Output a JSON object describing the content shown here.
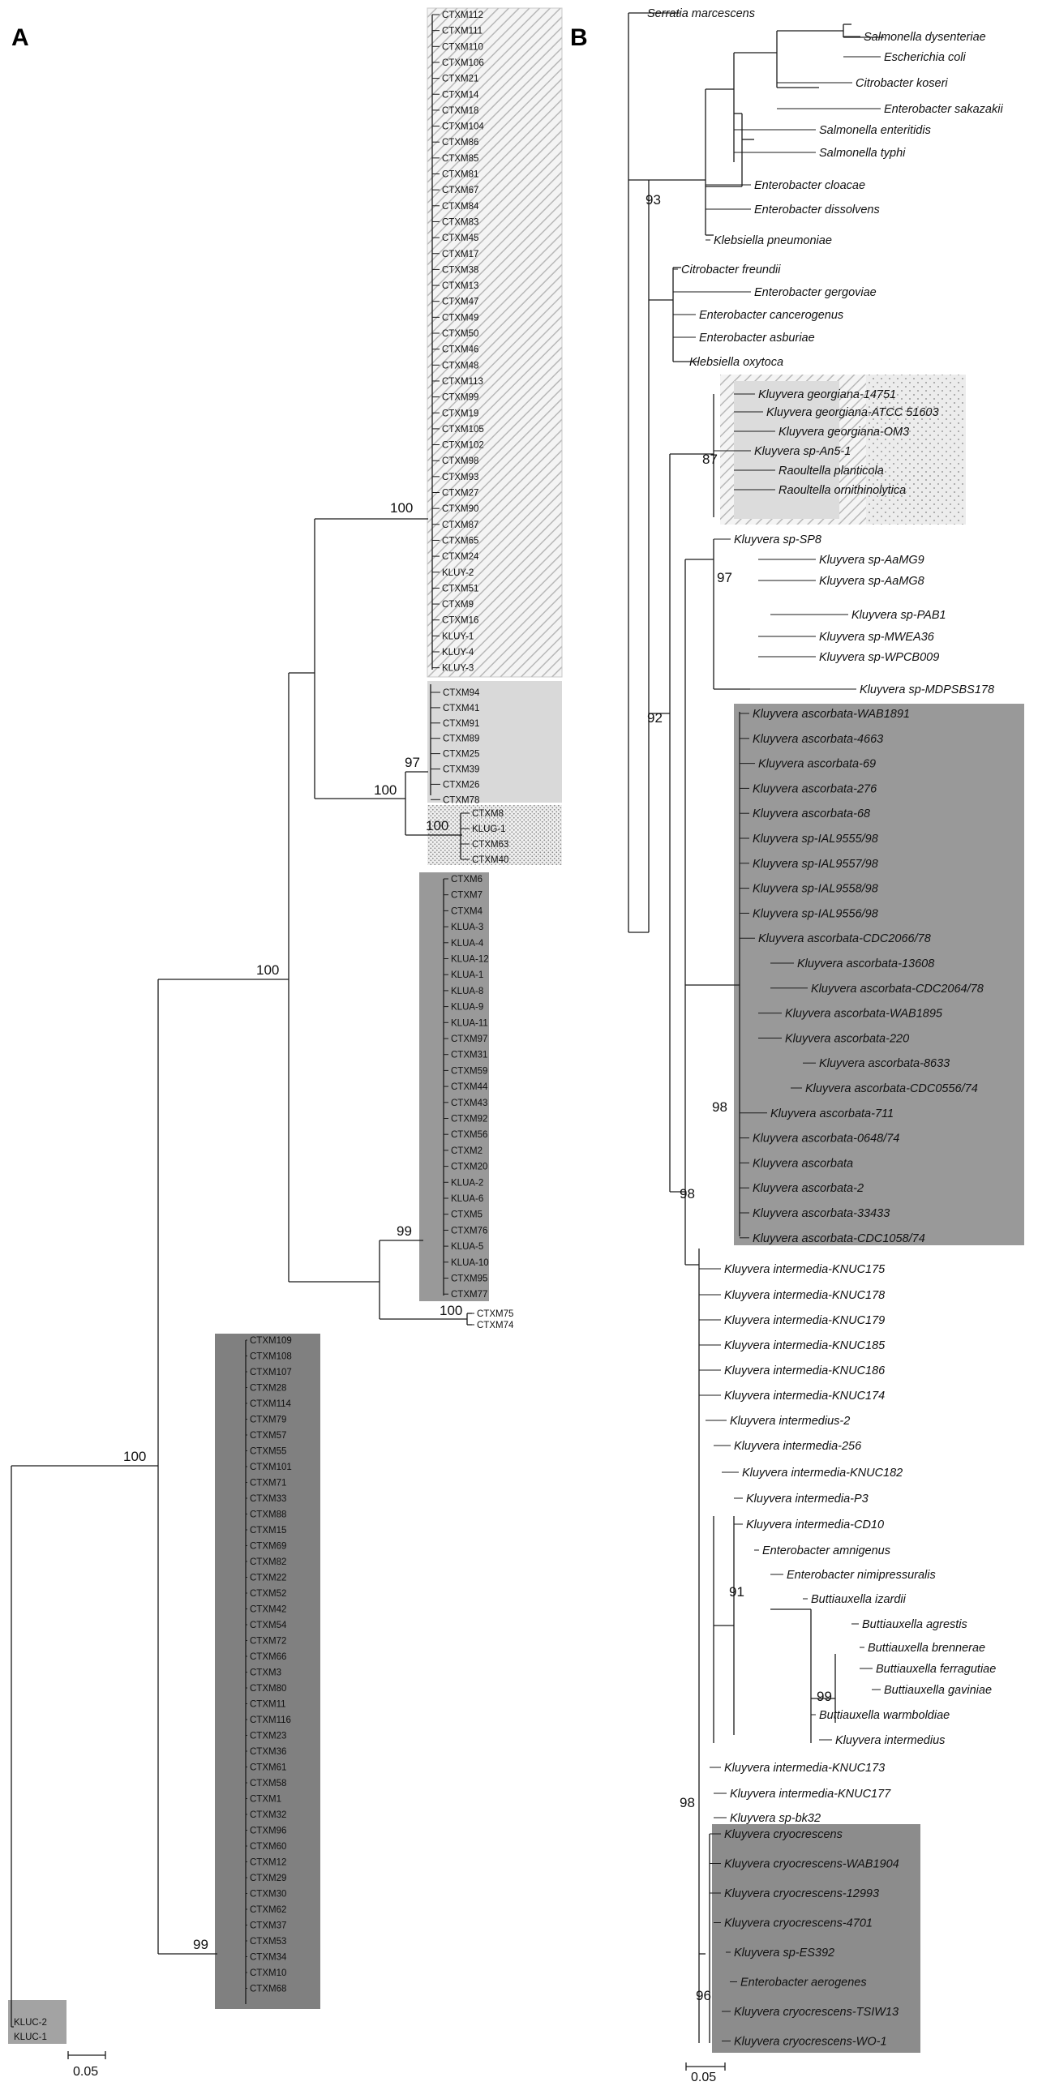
{
  "panel_a": {
    "letter": "A",
    "boot": [
      "100",
      "97",
      "100",
      "100",
      "100",
      "99",
      "100",
      "100",
      "99"
    ],
    "scale": "0.05",
    "clusters": [
      {
        "fill": "hatch",
        "labels": [
          "CTXM112",
          "CTXM111",
          "CTXM110",
          "CTXM106",
          "CTXM21",
          "CTXM14",
          "CTXM18",
          "CTXM104",
          "CTXM86",
          "CTXM85",
          "CTXM81",
          "CTXM67",
          "CTXM84",
          "CTXM83",
          "CTXM45",
          "CTXM17",
          "CTXM38",
          "CTXM13",
          "CTXM47",
          "CTXM49",
          "CTXM50",
          "CTXM46",
          "CTXM48",
          "CTXM113",
          "CTXM99",
          "CTXM19",
          "CTXM105",
          "CTXM102",
          "CTXM98",
          "CTXM93",
          "CTXM27",
          "CTXM90",
          "CTXM87",
          "CTXM65",
          "CTXM24",
          "KLUY-2",
          "CTXM51",
          "CTXM9",
          "CTXM16",
          "KLUY-1",
          "KLUY-4",
          "KLUY-3"
        ]
      },
      {
        "fill": "light",
        "labels": [
          "CTXM94",
          "CTXM41",
          "CTXM91",
          "CTXM89",
          "CTXM25",
          "CTXM39",
          "CTXM26",
          "CTXM78"
        ]
      },
      {
        "fill": "dots",
        "labels": [
          "CTXM8",
          "KLUG-1",
          "CTXM63",
          "CTXM40"
        ]
      },
      {
        "fill": "dark",
        "labels": [
          "CTXM6",
          "CTXM7",
          "CTXM4",
          "KLUA-3",
          "KLUA-4",
          "KLUA-12",
          "KLUA-1",
          "KLUA-8",
          "KLUA-9",
          "KLUA-11",
          "CTXM97",
          "CTXM31",
          "CTXM59",
          "CTXM44",
          "CTXM43",
          "CTXM92",
          "CTXM56",
          "CTXM2",
          "CTXM20",
          "KLUA-2",
          "KLUA-6",
          "CTXM5",
          "CTXM76",
          "KLUA-5",
          "KLUA-10",
          "CTXM95",
          "CTXM77"
        ]
      },
      {
        "fill": "none",
        "labels": [
          "CTXM75",
          "CTXM74"
        ]
      },
      {
        "fill": "darker",
        "labels": [
          "CTXM109",
          "CTXM108",
          "CTXM107",
          "CTXM28",
          "CTXM114",
          "CTXM79",
          "CTXM57",
          "CTXM55",
          "CTXM101",
          "CTXM71",
          "CTXM33",
          "CTXM88",
          "CTXM15",
          "CTXM69",
          "CTXM82",
          "CTXM22",
          "CTXM52",
          "CTXM42",
          "CTXM54",
          "CTXM72",
          "CTXM66",
          "CTXM3",
          "CTXM80",
          "CTXM11",
          "CTXM116",
          "CTXM23",
          "CTXM36",
          "CTXM61",
          "CTXM58",
          "CTXM1",
          "CTXM32",
          "CTXM96",
          "CTXM60",
          "CTXM12",
          "CTXM29",
          "CTXM30",
          "CTXM62",
          "CTXM37",
          "CTXM53",
          "CTXM34",
          "CTXM10",
          "CTXM68"
        ]
      },
      {
        "fill": "dark",
        "labels": [
          "KLUC-2",
          "KLUC-1"
        ]
      }
    ]
  },
  "panel_b": {
    "letter": "B",
    "boot": [
      "93",
      "87",
      "97",
      "92",
      "98",
      "98",
      "91",
      "99",
      "98",
      "96"
    ],
    "scale": "0.05",
    "leaves": [
      "Serratia marcescens",
      "Salmonella dysenteriae",
      "Escherichia coli",
      "Citrobacter koseri",
      "Enterobacter sakazakii",
      "Salmonella enteritidis",
      "Salmonella typhi",
      "Enterobacter cloacae",
      "Enterobacter dissolvens",
      "Klebsiella pneumoniae",
      "Citrobacter freundii",
      "Enterobacter gergoviae",
      "Enterobacter cancerogenus",
      "Enterobacter asburiae",
      "Klebsiella oxytoca",
      "Kluyvera georgiana-14751",
      "Kluyvera georgiana-ATCC 51603",
      "Kluyvera georgiana-OM3",
      "Kluyvera sp-An5-1",
      "Raoultella planticola",
      "Raoultella ornithinolytica",
      "Kluyvera sp-SP8",
      "Kluyvera sp-AaMG9",
      "Kluyvera sp-AaMG8",
      "Kluyvera sp-PAB1",
      "Kluyvera sp-MWEA36",
      "Kluyvera sp-WPCB009",
      "Kluyvera sp-MDPSBS178",
      "Kluyvera ascorbata-WAB1891",
      "Kluyvera ascorbata-4663",
      "Kluyvera ascorbata-69",
      "Kluyvera ascorbata-276",
      "Kluyvera ascorbata-68",
      "Kluyvera sp-IAL9555/98",
      "Kluyvera sp-IAL9557/98",
      "Kluyvera sp-IAL9558/98",
      "Kluyvera sp-IAL9556/98",
      "Kluyvera ascorbata-CDC2066/78",
      "Kluyvera ascorbata-13608",
      "Kluyvera ascorbata-CDC2064/78",
      "Kluyvera ascorbata-WAB1895",
      "Kluyvera ascorbata-220",
      "Kluyvera ascorbata-8633",
      "Kluyvera ascorbata-CDC0556/74",
      "Kluyvera ascorbata-711",
      "Kluyvera ascorbata-0648/74",
      "Kluyvera ascorbata",
      "Kluyvera ascorbata-2",
      "Kluyvera ascorbata-33433",
      "Kluyvera ascorbata-CDC1058/74",
      "Kluyvera intermedia-KNUC175",
      "Kluyvera intermedia-KNUC178",
      "Kluyvera intermedia-KNUC179",
      "Kluyvera intermedia-KNUC185",
      "Kluyvera intermedia-KNUC186",
      "Kluyvera intermedia-KNUC174",
      "Kluyvera intermedius-2",
      "Kluyvera intermedia-256",
      "Kluyvera intermedia-KNUC182",
      "Kluyvera intermedia-P3",
      "Kluyvera intermedia-CD10",
      "Enterobacter amnigenus",
      "Enterobacter nimipressuralis",
      "Buttiauxella izardii",
      "Buttiauxella agrestis",
      "Buttiauxella brennerae",
      "Buttiauxella ferragutiae",
      "Buttiauxella gaviniae",
      "Buttiauxella warmboldiae",
      "Kluyvera intermedius",
      "Kluyvera intermedia-KNUC173",
      "Kluyvera intermedia-KNUC177",
      "Kluyvera sp-bk32",
      "Kluyvera cryocrescens",
      "Kluyvera cryocrescens-WAB1904",
      "Kluyvera cryocrescens-12993",
      "Kluyvera cryocrescens-4701",
      "Kluyvera sp-ES392",
      "Enterobacter aerogenes",
      "Kluyvera cryocrescens-TSIW13",
      "Kluyvera cryocrescens-WO-1"
    ]
  },
  "colors": {
    "line": "#1a1a1a",
    "light_box": "#d9d9d9",
    "mid_box": "#a6a6a6",
    "dark_box": "#8c8c8c",
    "darker_box": "#808080"
  }
}
